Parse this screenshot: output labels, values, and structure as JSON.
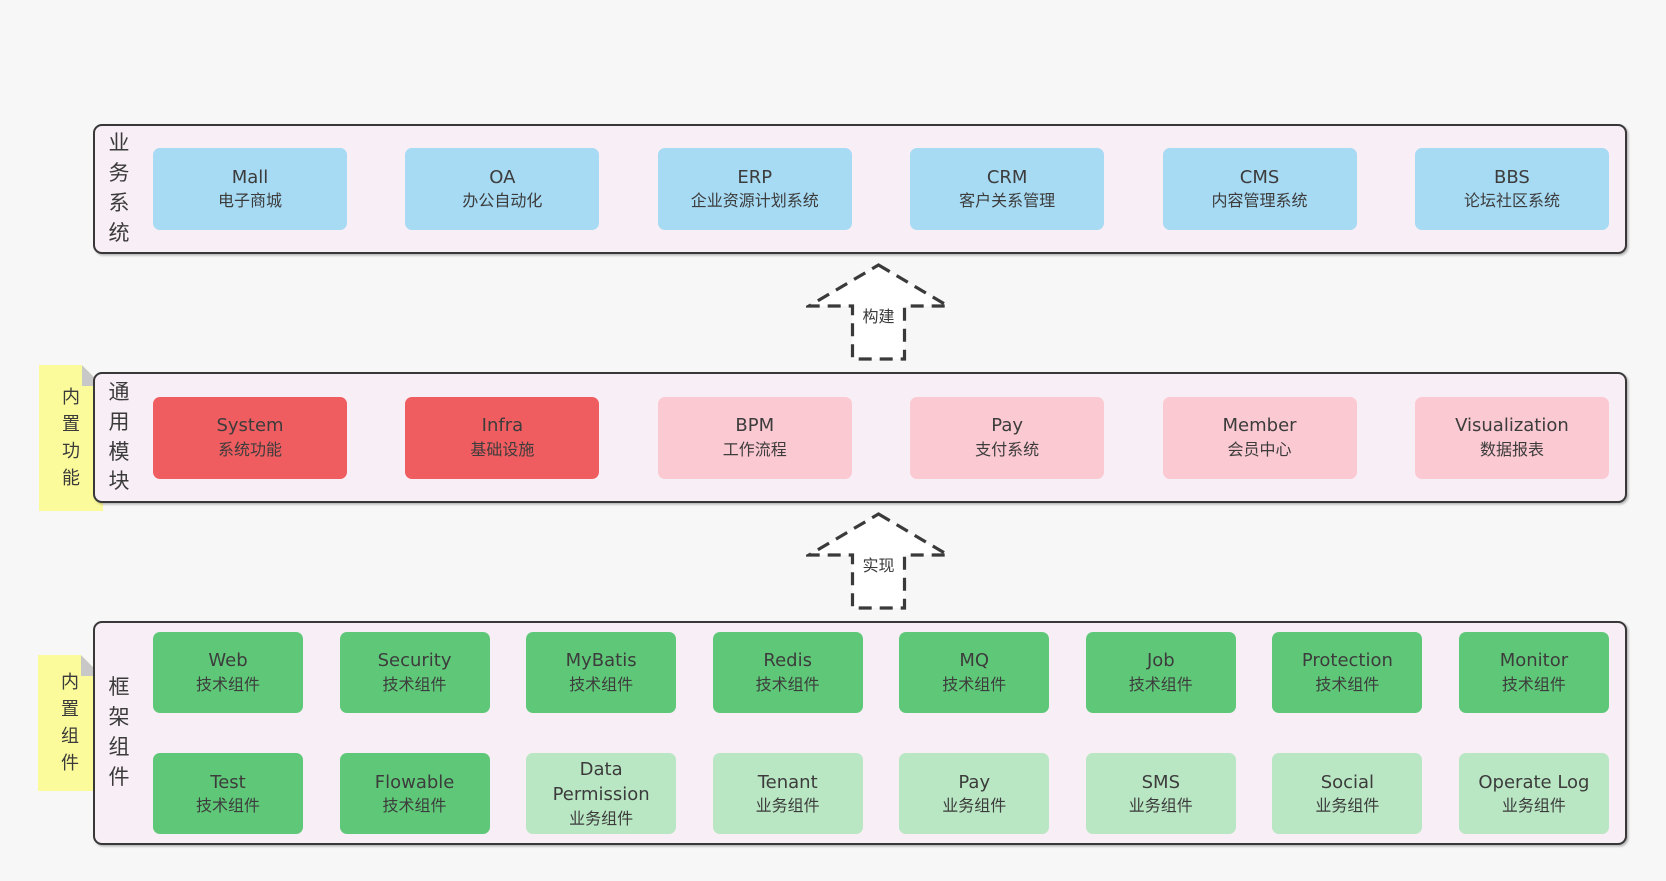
{
  "colors": {
    "page_bg": "#f7f7f7",
    "container_bg": "#f8eef6",
    "container_border": "#383838",
    "blue": "#a7daf3",
    "red": "#f05d60",
    "pink": "#fbc9d2",
    "green": "#5fc878",
    "lightgreen": "#b9e6c3",
    "sticky_yellow": "#fbfb9b",
    "fold_gray": "#c8c8c8",
    "text": "#3c3c3c",
    "arrow_stroke": "#3a3a3a"
  },
  "layers": [
    {
      "id": "business-systems",
      "label": "业务系统",
      "boxes": [
        {
          "name": "Mall",
          "desc": "电子商城",
          "type": "blue"
        },
        {
          "name": "OA",
          "desc": "办公自动化",
          "type": "blue"
        },
        {
          "name": "ERP",
          "desc": "企业资源计划系统",
          "type": "blue"
        },
        {
          "name": "CRM",
          "desc": "客户关系管理",
          "type": "blue"
        },
        {
          "name": "CMS",
          "desc": "内容管理系统",
          "type": "blue"
        },
        {
          "name": "BBS",
          "desc": "论坛社区系统",
          "type": "blue"
        }
      ]
    },
    {
      "id": "common-modules",
      "label": "通用模块",
      "boxes": [
        {
          "name": "System",
          "desc": "系统功能",
          "type": "red"
        },
        {
          "name": "Infra",
          "desc": "基础设施",
          "type": "red"
        },
        {
          "name": "BPM",
          "desc": "工作流程",
          "type": "pink"
        },
        {
          "name": "Pay",
          "desc": "支付系统",
          "type": "pink"
        },
        {
          "name": "Member",
          "desc": "会员中心",
          "type": "pink"
        },
        {
          "name": "Visualization",
          "desc": "数据报表",
          "type": "pink"
        }
      ]
    },
    {
      "id": "framework-components",
      "label": "框架组件",
      "rows": [
        [
          {
            "name": "Web",
            "desc": "技术组件",
            "type": "green"
          },
          {
            "name": "Security",
            "desc": "技术组件",
            "type": "green"
          },
          {
            "name": "MyBatis",
            "desc": "技术组件",
            "type": "green"
          },
          {
            "name": "Redis",
            "desc": "技术组件",
            "type": "green"
          },
          {
            "name": "MQ",
            "desc": "技术组件",
            "type": "green"
          },
          {
            "name": "Job",
            "desc": "技术组件",
            "type": "green"
          },
          {
            "name": "Protection",
            "desc": "技术组件",
            "type": "green"
          },
          {
            "name": "Monitor",
            "desc": "技术组件",
            "type": "green"
          }
        ],
        [
          {
            "name": "Test",
            "desc": "技术组件",
            "type": "green"
          },
          {
            "name": "Flowable",
            "desc": "技术组件",
            "type": "green"
          },
          {
            "name": "Data\nPermission",
            "desc": "业务组件",
            "type": "lightgreen"
          },
          {
            "name": "Tenant",
            "desc": "业务组件",
            "type": "lightgreen"
          },
          {
            "name": "Pay",
            "desc": "业务组件",
            "type": "lightgreen"
          },
          {
            "name": "SMS",
            "desc": "业务组件",
            "type": "lightgreen"
          },
          {
            "name": "Social",
            "desc": "业务组件",
            "type": "lightgreen"
          },
          {
            "name": "Operate Log",
            "desc": "业务组件",
            "type": "lightgreen"
          }
        ]
      ]
    }
  ],
  "stickies": [
    {
      "text": "内置功能"
    },
    {
      "text": "内置组件"
    }
  ],
  "arrows": [
    {
      "label": "构建"
    },
    {
      "label": "实现"
    }
  ]
}
